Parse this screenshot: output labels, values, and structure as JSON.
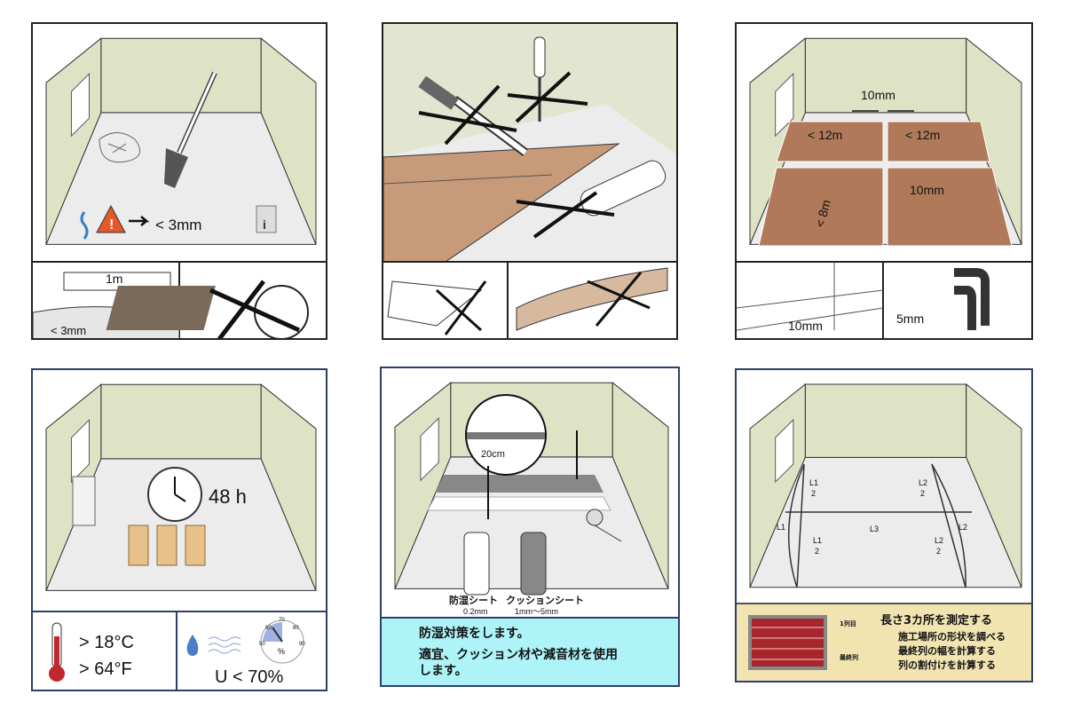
{
  "colors": {
    "wall": "#dfe3c6",
    "floor": "#ececec",
    "wood": "#b07a5a",
    "brick": "#a8252c",
    "cyan": "#aef3f8",
    "beige": "#f1e4b1"
  },
  "panel1": {
    "gap": "< 3mm",
    "ruler": "1m",
    "ruler_gap": "< 3mm",
    "icons": [
      "moisture-icon",
      "warning-icon",
      "info-icon"
    ]
  },
  "panel3": {
    "joint": "10mm",
    "len1": "< 12m",
    "len2": "< 12m",
    "width": "< 8m",
    "edge": "10mm",
    "wall_gap": "10mm",
    "pipe_gap": "5mm"
  },
  "panel4": {
    "time": "48 h",
    "temp_c": "> 18°C",
    "temp_f": "> 64°F",
    "humidity": "U < 70%",
    "gauge": [
      "50",
      "60",
      "70",
      "80",
      "90"
    ],
    "gauge_unit": "%"
  },
  "panel5": {
    "zoom_label": "20cm",
    "sheet1": "防湿シート",
    "sheet1_thickness": "0.2mm",
    "sheet2": "クッションシート",
    "sheet2_thickness": "1mm〜5mm",
    "line1": "防湿対策をします。",
    "line2": "適宜、クッション材や減音材を使用",
    "line3": "します。"
  },
  "panel6": {
    "l1": "L1",
    "l1_half": "L1",
    "l2": "L2",
    "l2_half": "L2",
    "l3": "L3",
    "half_denominator": "2",
    "first_row": "1列目",
    "last_row": "最終列",
    "title": "長さ3カ所を測定する",
    "steps": [
      "施工場所の形状を調べる",
      "最終列の幅を計算する",
      "列の割付けを計算する"
    ]
  }
}
